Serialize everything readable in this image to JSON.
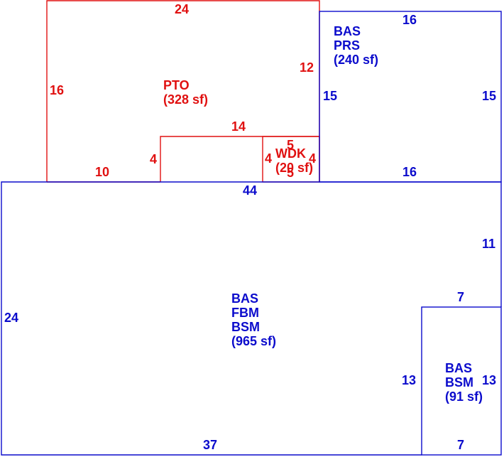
{
  "colors": {
    "main": "#0b0bcc",
    "addition": "#e01010",
    "background": "#ffffff"
  },
  "areas": {
    "pto": {
      "codes": [
        "PTO"
      ],
      "area": "(328 sf)"
    },
    "bas_prs": {
      "codes": [
        "BAS",
        "PRS"
      ],
      "area": "(240 sf)"
    },
    "wdk": {
      "codes": [
        "WDK"
      ],
      "area": "(20 sf)"
    },
    "bas_fbm_bsm": {
      "codes": [
        "BAS",
        "FBM",
        "BSM"
      ],
      "area": "(965 sf)"
    },
    "bas_bsm": {
      "codes": [
        "BAS",
        "BSM"
      ],
      "area": "(91 sf)"
    }
  },
  "dimensions": {
    "pto_top": "24",
    "pto_left": "16",
    "pto_right": "12",
    "pto_bottom": "10",
    "pto_step_height": "4",
    "pto_inner_top": "14",
    "wdk_top": "5",
    "wdk_left": "4",
    "wdk_right": "4",
    "wdk_bottom": "5",
    "prs_top": "16",
    "prs_left": "15",
    "prs_right": "15",
    "prs_bottom": "16",
    "main_top": "44",
    "main_left": "24",
    "main_right_upper": "11",
    "main_bottom": "37",
    "bsm_top": "7",
    "bsm_left": "13",
    "bsm_right": "13",
    "bsm_bottom": "7"
  }
}
